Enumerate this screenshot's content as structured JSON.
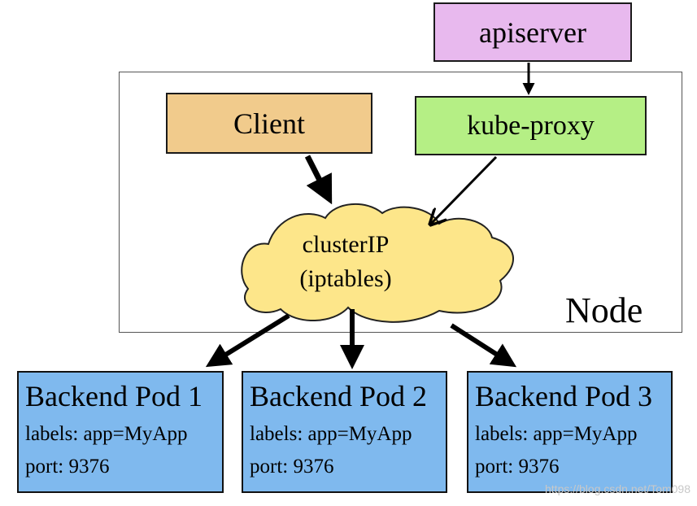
{
  "apiserver": {
    "label": "apiserver"
  },
  "node": {
    "label": "Node"
  },
  "client": {
    "label": "Client"
  },
  "kube_proxy": {
    "label": "kube-proxy"
  },
  "cluster_ip": {
    "line1": "clusterIP",
    "line2": "(iptables)"
  },
  "pods": [
    {
      "title": "Backend Pod 1",
      "labels": "labels: app=MyApp",
      "port": "port: 9376"
    },
    {
      "title": "Backend Pod 2",
      "labels": "labels: app=MyApp",
      "port": "port: 9376"
    },
    {
      "title": "Backend Pod 3",
      "labels": "labels: app=MyApp",
      "port": "port: 9376"
    }
  ],
  "watermark": "https://blog.csdn.net/Tom098",
  "colors": {
    "apiserver": "#e8b9ee",
    "client": "#f1cb8c",
    "kube_proxy": "#b5ef85",
    "cluster_ip": "#fde68a",
    "pod": "#7fb9ee"
  }
}
